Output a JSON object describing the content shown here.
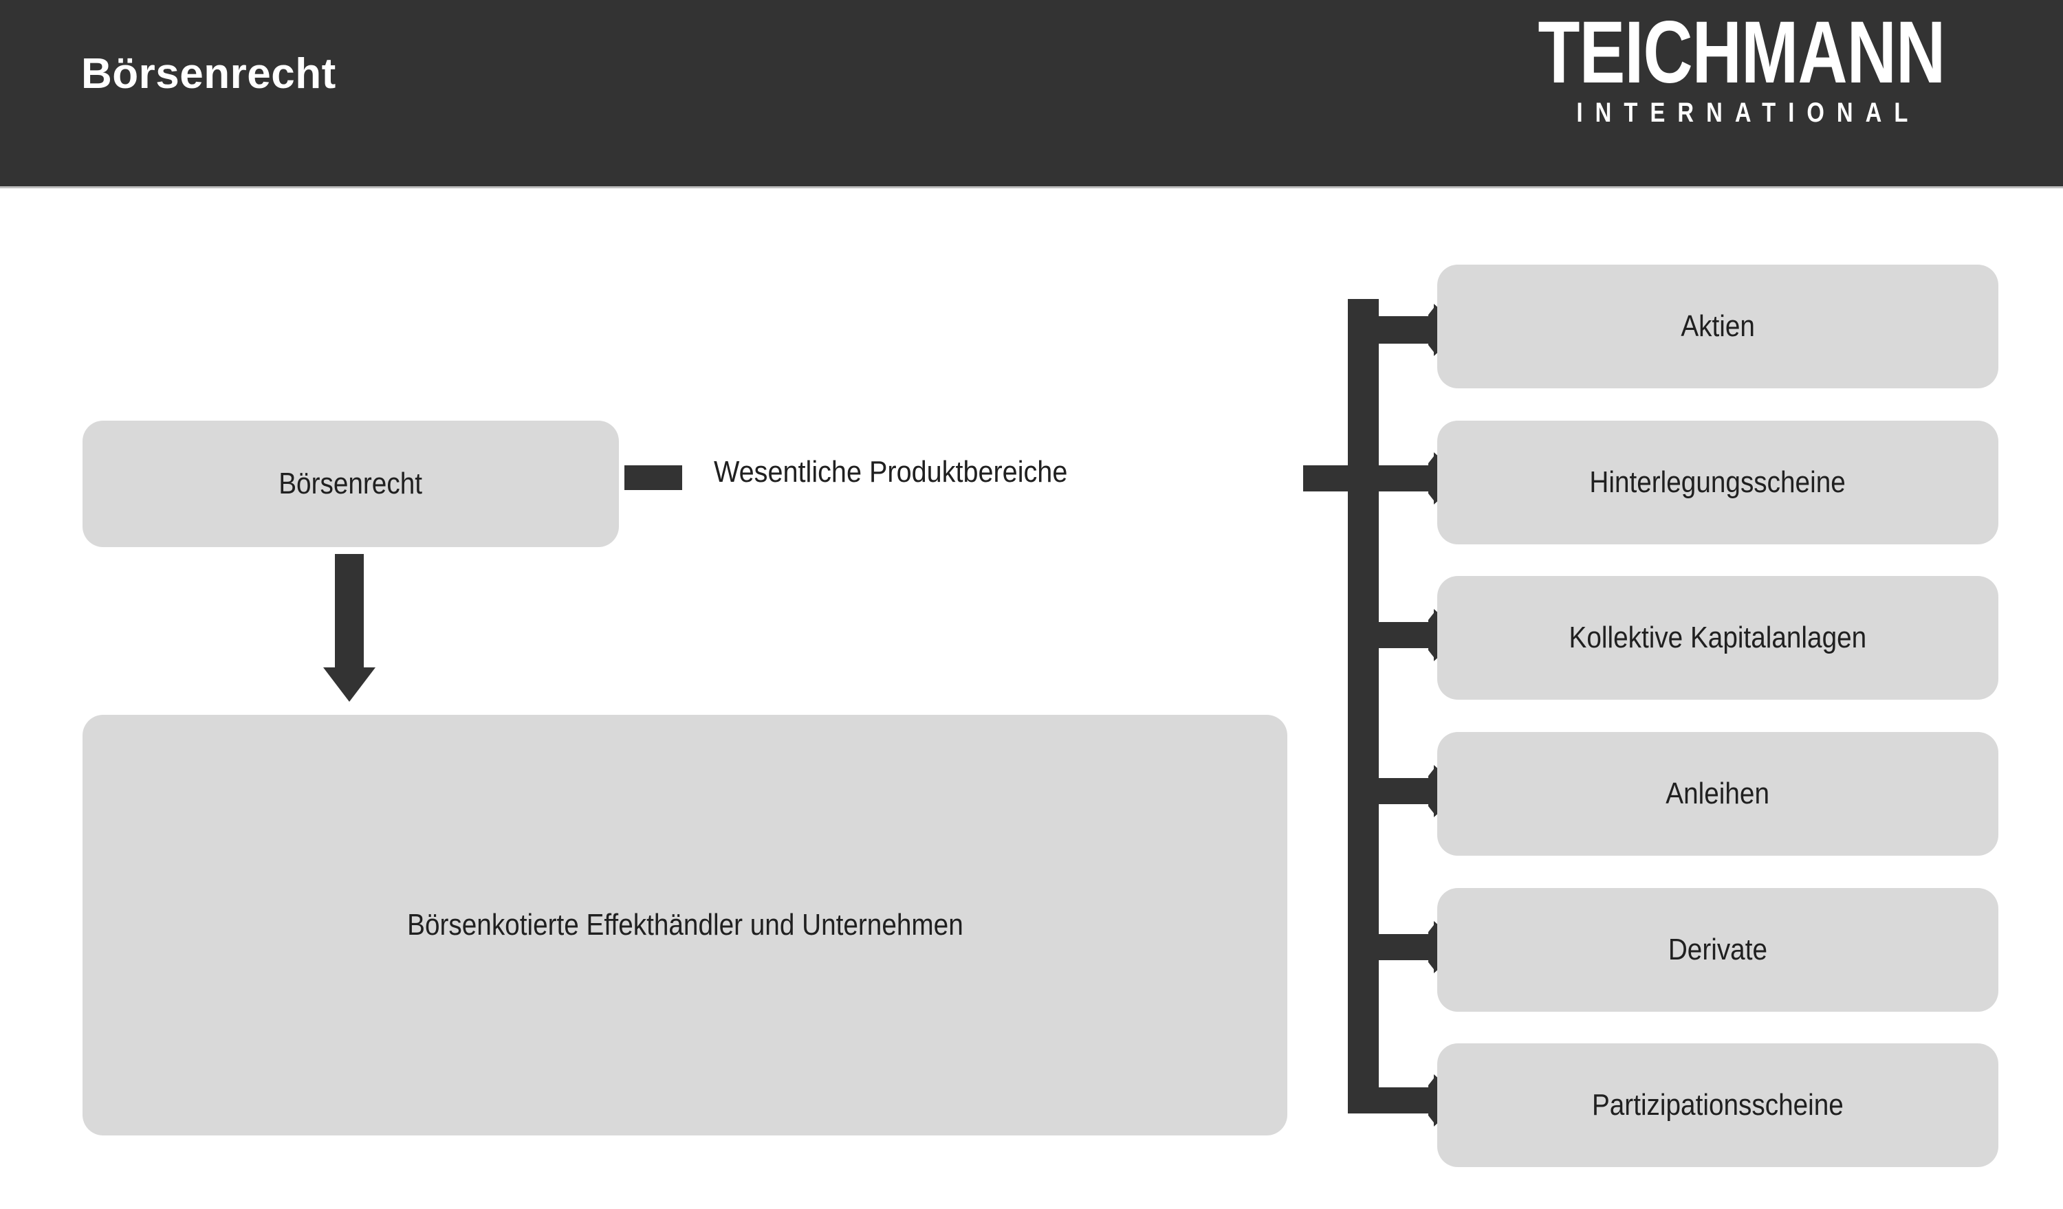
{
  "header": {
    "title": "Börsenrecht",
    "logo_main": "TEICHMANN",
    "logo_sub": "INTERNATIONAL",
    "background_color": "#333333",
    "text_color": "#ffffff"
  },
  "diagram": {
    "type": "hierarchy",
    "node_fill_color": "#d9d9d9",
    "connector_color": "#333333",
    "text_color": "#202020",
    "root": {
      "label": "Börsenrecht"
    },
    "listed": {
      "label": "Börsenkotierte Effekthändler und Unternehmen"
    },
    "branch_caption": {
      "label": "Wesentliche Produktbereiche"
    },
    "products": [
      {
        "label": "Aktien"
      },
      {
        "label": "Hinterlegungsscheine"
      },
      {
        "label": "Kollektive Kapitalanlagen"
      },
      {
        "label": "Anleihen"
      },
      {
        "label": "Derivate"
      },
      {
        "label": "Partizipationsscheine"
      }
    ]
  }
}
